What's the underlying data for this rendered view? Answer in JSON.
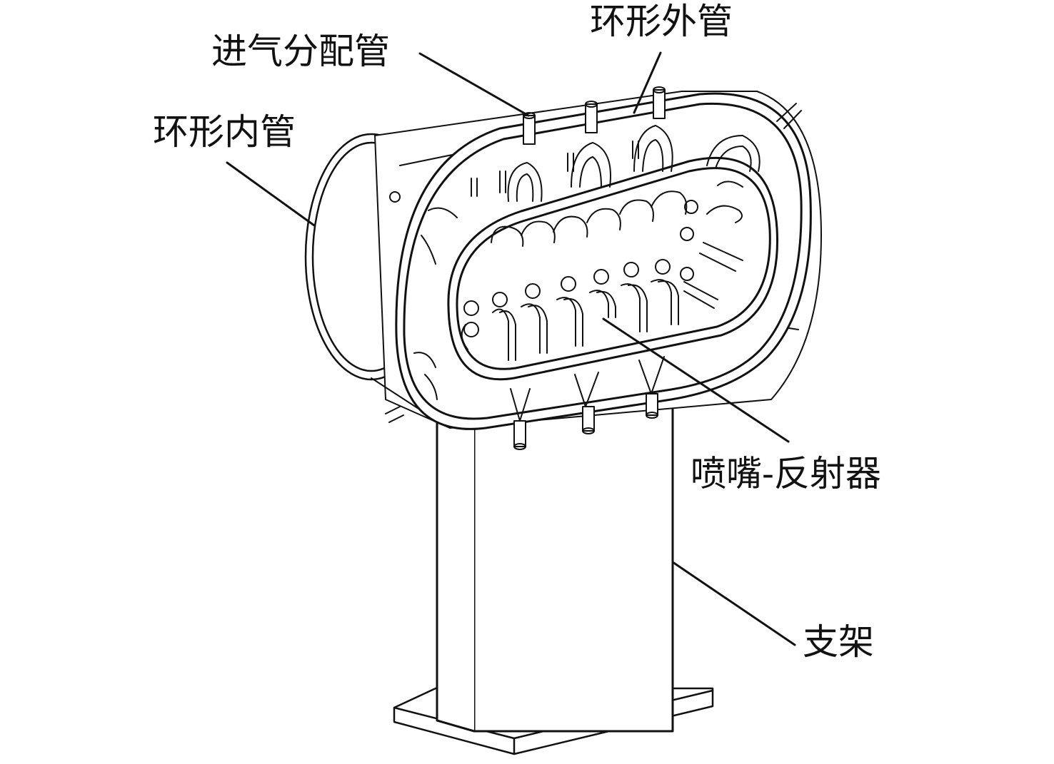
{
  "labels": {
    "outer_ring_pipe": "环形外管",
    "inlet_distribution_pipe": "进气分配管",
    "inner_ring_pipe": "环形内管",
    "nozzle_reflector": "喷嘴-反射器",
    "support_frame": "支架"
  },
  "colors": {
    "line": "#111111",
    "background": "#ffffff",
    "shade": "#f2f2f2"
  }
}
